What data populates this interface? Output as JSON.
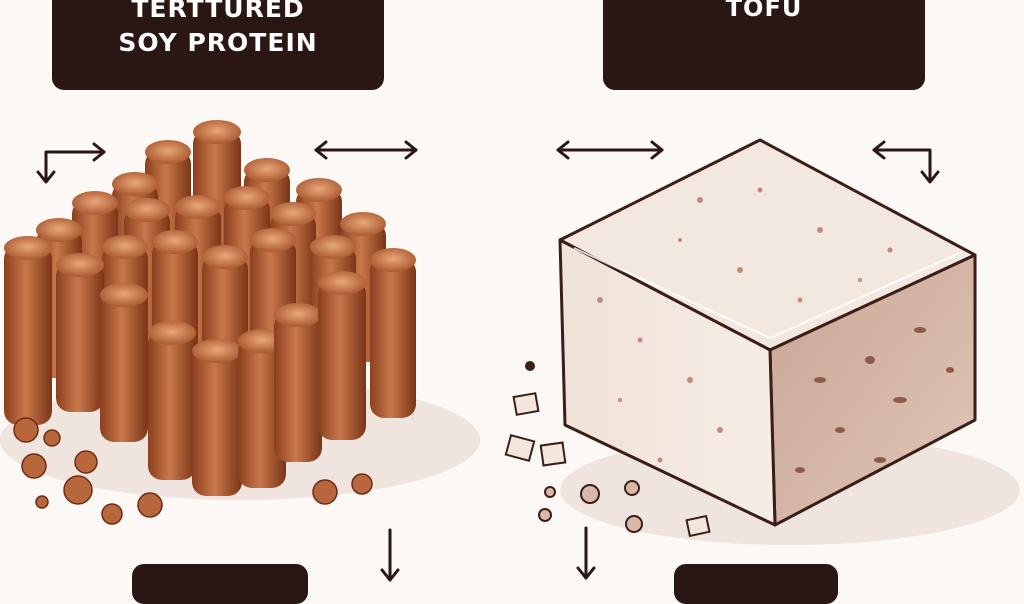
{
  "left_panel": {
    "label_line1": "TERTTURED",
    "label_line2": "SOY PROTEIN"
  },
  "right_panel": {
    "label": "TOFU"
  },
  "colors": {
    "label_background": "#2a1714",
    "label_text": "#ffffff",
    "tsp_brown": "#b7683f",
    "tofu_cream": "#f3e6dc"
  }
}
